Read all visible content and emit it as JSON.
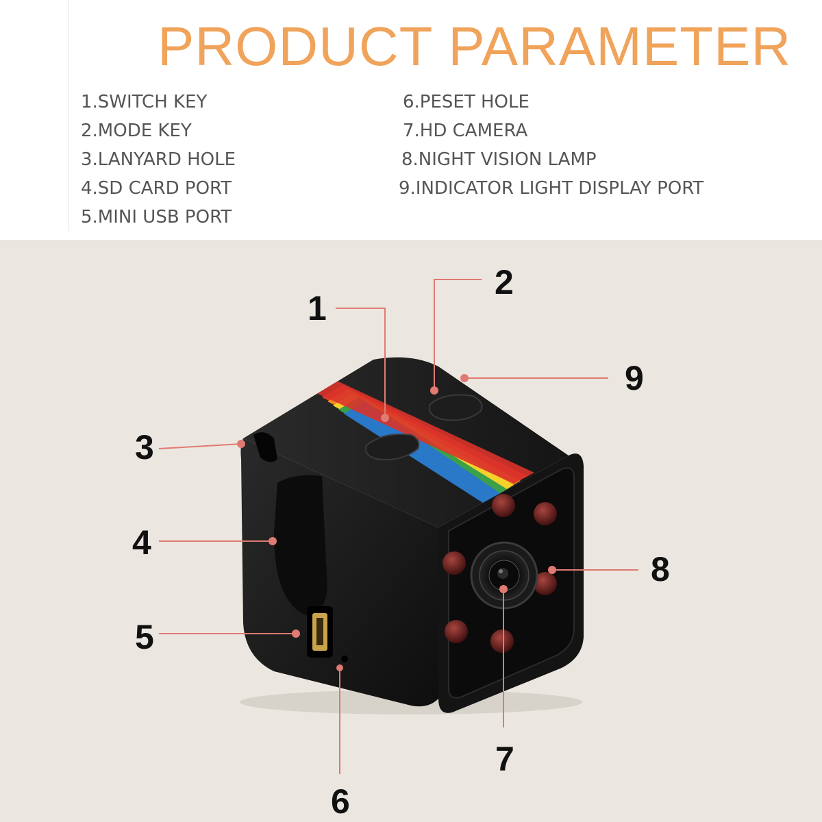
{
  "header": {
    "title": "PRODUCT PARAMETER"
  },
  "parameters": [
    {
      "label": "1.SWITCH KEY"
    },
    {
      "label": "2.MODE KEY"
    },
    {
      "label": "3.LANYARD HOLE"
    },
    {
      "label": "4.SD CARD PORT"
    },
    {
      "label": "5.MINI USB PORT"
    },
    {
      "label": "6.PESET HOLE"
    },
    {
      "label": "7.HD CAMERA"
    },
    {
      "label": "8.NIGHT VISION LAMP"
    },
    {
      "label": "9.INDICATOR LIGHT DISPLAY PORT"
    }
  ],
  "callouts": [
    "1",
    "2",
    "3",
    "4",
    "5",
    "6",
    "7",
    "8",
    "9"
  ],
  "colors": {
    "title": "#f0a35a",
    "param_text": "#555555",
    "photo_background": "#ebe7e0",
    "leader_line": "#e07a72",
    "camera_body": "#1a1a1a",
    "ir_led": "#6b1e1e"
  }
}
